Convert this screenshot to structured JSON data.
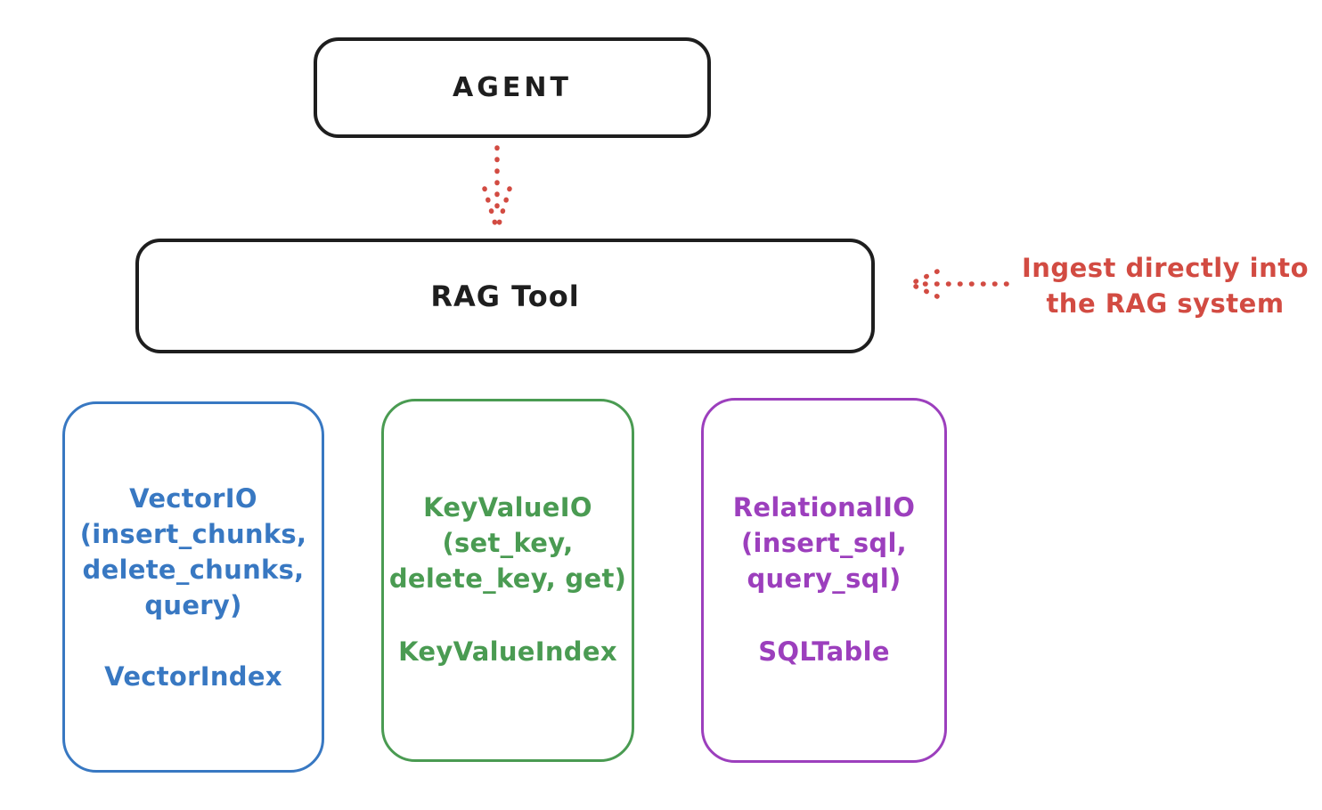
{
  "colors": {
    "stroke": "#1e1e1e",
    "red": "#d24b42"
  },
  "agent": {
    "label": "AGENT"
  },
  "rag_tool": {
    "label": "RAG Tool"
  },
  "annotation": {
    "line1": "Ingest directly into",
    "line2": "the RAG system"
  },
  "backends": [
    {
      "name": "vector-io",
      "color": "#3878c2",
      "lines": [
        "VectorIO",
        "(insert_chunks,",
        "delete_chunks,",
        "query)"
      ],
      "index_label": "VectorIndex"
    },
    {
      "name": "keyvalue-io",
      "color": "#4a9b52",
      "lines": [
        "KeyValueIO",
        "(set_key,",
        "delete_key, get)"
      ],
      "index_label": "KeyValueIndex"
    },
    {
      "name": "relational-io",
      "color": "#9c3fbd",
      "lines": [
        "RelationalIO",
        "(insert_sql,",
        "query_sql)"
      ],
      "index_label": "SQLTable"
    }
  ]
}
